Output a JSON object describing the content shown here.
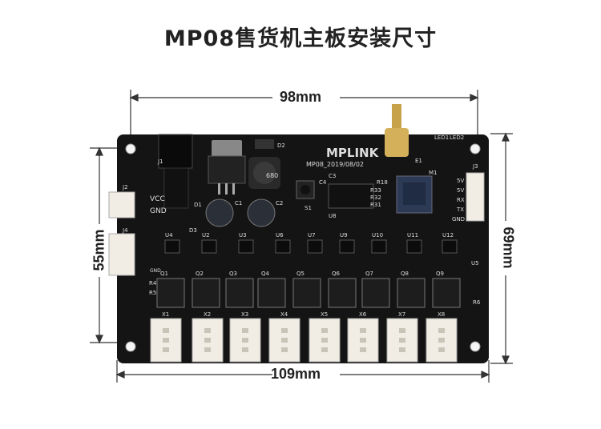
{
  "title": "MP08售货机主板安装尺寸",
  "dimensions": {
    "top": "98mm",
    "bottom": "109mm",
    "left": "55mm",
    "right": "69mm"
  },
  "board": {
    "brand": "MPLINK",
    "model_date": "MP08_2019/08/02",
    "vcc": "VCC",
    "gnd": "GND",
    "gnd_small": "GND",
    "inductor": "680",
    "connectors": [
      "X1",
      "X2",
      "X3",
      "X4",
      "X5",
      "X6",
      "X7",
      "X8"
    ],
    "j_labels": [
      "J1",
      "J2",
      "J3",
      "J4"
    ],
    "u_labels": [
      "U4",
      "U2",
      "U3",
      "U6",
      "U7",
      "U9",
      "U10",
      "U11",
      "U12"
    ],
    "q_labels": [
      "Q1",
      "Q2",
      "Q3",
      "Q4",
      "Q5",
      "Q6",
      "Q7",
      "Q8",
      "Q9"
    ],
    "side_labels": [
      "5V",
      "5V",
      "RX",
      "TX",
      "GND"
    ],
    "misc": [
      "D2",
      "D1",
      "D3",
      "C1",
      "C2",
      "C3",
      "C4",
      "S1",
      "E1",
      "M1",
      "R18",
      "R33",
      "R32",
      "R31",
      "U8",
      "U5",
      "LED1",
      "LED2",
      "R4",
      "R5",
      "R6"
    ]
  },
  "colors": {
    "pcb": "#141414",
    "connector": "#f1ede4",
    "silkscreen": "#dcdcdc"
  }
}
